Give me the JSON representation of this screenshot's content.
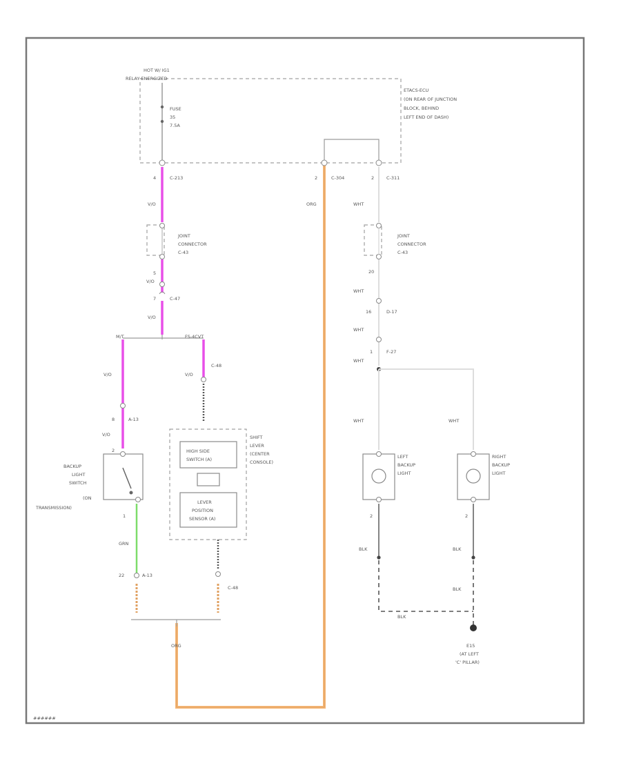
{
  "colors": {
    "violet": "#e84fe8",
    "orange": "#f7b878",
    "green": "#7ddc6a",
    "white": "#dddddd",
    "black": "#555555",
    "frame": "#777777"
  },
  "fuse_block": {
    "relay_label_1": "HOT W/ IG1",
    "relay_label_2": "RELAY ENERGIZED",
    "fuse_label_1": "FUSE",
    "fuse_label_2": "35",
    "fuse_label_3": "7.5A",
    "location_1": "ETACS-ECU",
    "location_2": "(ON REAR OF JUNCTION",
    "location_3": "BLOCK, BEHIND",
    "location_4": "LEFT END OF DASH)"
  },
  "left_branch": {
    "pin_c213": "4",
    "conn_c213": "C-213",
    "wire_vio_1": "V/O",
    "joint_label_1": "JOINT",
    "joint_label_2": "CONNECTOR",
    "joint_label_3": "C-43",
    "pin_5": "5",
    "wire_vio_2": "V/O",
    "pin_7": "7",
    "conn_c47": "C-47",
    "wire_vio_3": "V/O",
    "split_mt": "M/T",
    "split_ascvt": "FS-4CVT",
    "wire_vio_4": "V/O",
    "wire_vio_5": "V/O",
    "conn_c48_top": "C-48",
    "pin_8": "8",
    "conn_a13": "A-13",
    "wire_vio_6": "V/O",
    "pin_2": "2",
    "switch_label_1": "BACKUP",
    "switch_label_2": "LIGHT",
    "switch_label_3": "SWITCH",
    "switch_label_4": "(ON",
    "switch_label_5": "TRANSMISSION)",
    "pin_1": "1",
    "wire_grn": "GRN",
    "pin_22": "22",
    "conn_a13b": "A-13",
    "shift_label_1": "SHIFT",
    "shift_label_2": "LEVER",
    "shift_label_3": "(CENTER",
    "shift_label_4": "CONSOLE)",
    "high_side_1": "HIGH SIDE",
    "high_side_2": "SWITCH (A)",
    "lever_pos_1": "LEVER",
    "lever_pos_2": "POSITION",
    "lever_pos_3": "SENSOR (A)",
    "conn_c48_bottom": "C-48",
    "wire_org_bottom": "ORG"
  },
  "middle_branch": {
    "pin_2": "2",
    "conn_c304": "C-304",
    "wire_org": "ORG"
  },
  "right_branch": {
    "pin_2": "2",
    "conn_c311": "C-311",
    "wire_wht_1": "WHT",
    "joint_label_1": "JOINT",
    "joint_label_2": "CONNECTOR",
    "joint_label_3": "C-43",
    "pin_20": "20",
    "wire_wht_2": "WHT",
    "pin_16": "16",
    "conn_d17": "D-17",
    "wire_wht_3": "WHT",
    "pin_1": "1",
    "conn_f27": "F-27",
    "wire_wht_4": "WHT",
    "wire_wht_left": "WHT",
    "wire_wht_right": "WHT",
    "left_light_1": "LEFT",
    "left_light_2": "BACKUP",
    "left_light_3": "LIGHT",
    "right_light_1": "RIGHT",
    "right_light_2": "BACKUP",
    "right_light_3": "LIGHT",
    "pin_left_2": "2",
    "pin_right_2": "2",
    "wire_blk_left": "BLK",
    "wire_blk_right": "BLK",
    "wire_blk_3": "BLK",
    "wire_blk_4": "BLK",
    "ground_1": "E15",
    "ground_2": "(AT LEFT",
    "ground_3": "'C' PILLAR)"
  },
  "footer": {
    "code": "######"
  }
}
